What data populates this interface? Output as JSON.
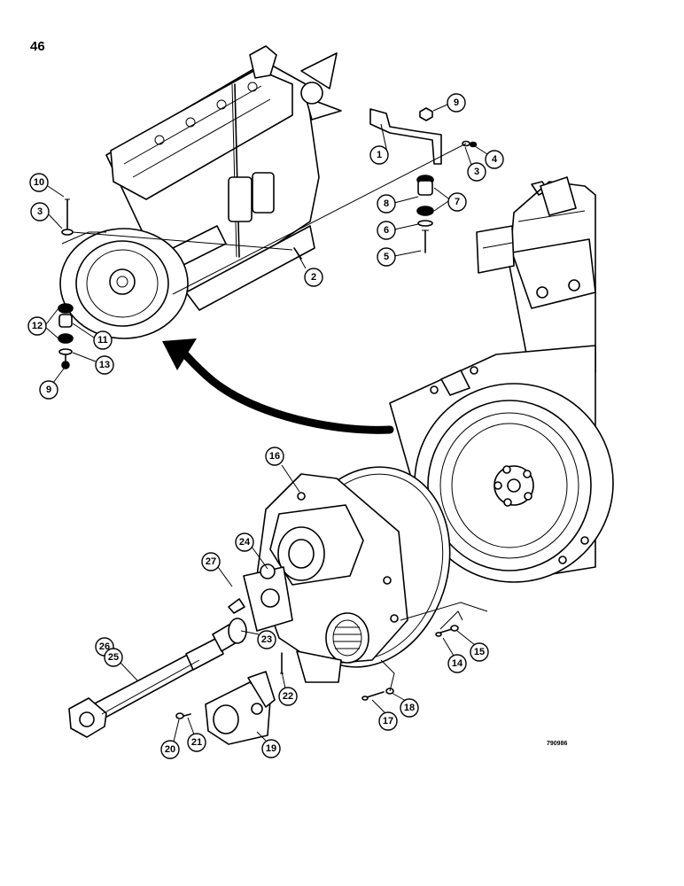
{
  "page": {
    "number": "46",
    "figure_code": "790986"
  },
  "callouts": [
    "1",
    "2",
    "3",
    "4",
    "5",
    "6",
    "7",
    "8",
    "9",
    "10",
    "3",
    "12",
    "11",
    "13",
    "9",
    "16",
    "24",
    "27",
    "23",
    "26",
    "25",
    "22",
    "14",
    "15",
    "17",
    "18",
    "20",
    "21",
    "19"
  ],
  "icons": {
    "arrow": "curved-arrow-icon"
  },
  "colors": {
    "ink": "#000000",
    "paper": "#ffffff"
  }
}
